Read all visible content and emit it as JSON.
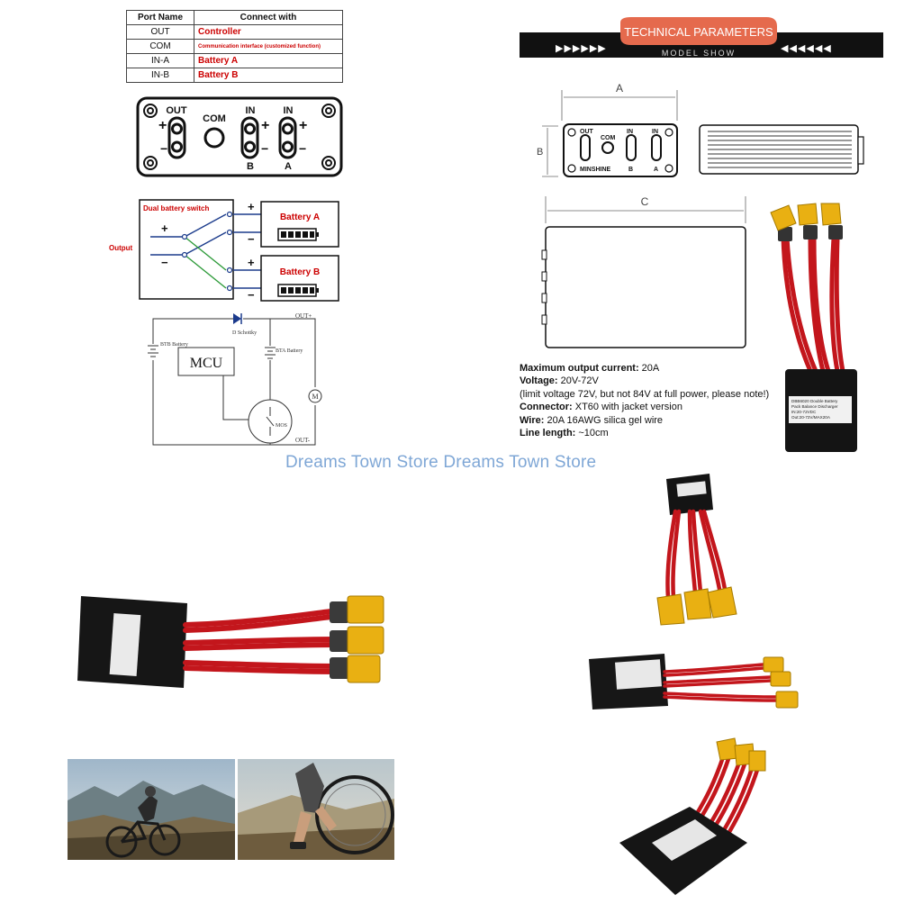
{
  "port_table": {
    "headers": [
      "Port Name",
      "Connect with"
    ],
    "rows": [
      {
        "port": "OUT",
        "connect": "Controller"
      },
      {
        "port": "COM",
        "connect": "Communication interface (customized function)"
      },
      {
        "port": "IN-A",
        "connect": "Battery A"
      },
      {
        "port": "IN-B",
        "connect": "Battery B"
      }
    ]
  },
  "panel": {
    "labels": [
      "OUT",
      "COM",
      "IN",
      "IN",
      "B",
      "A"
    ],
    "plus": "+",
    "minus": "−"
  },
  "switch_diagram": {
    "title": "Dual battery switch",
    "output_label": "Output",
    "battery_a": "Battery A",
    "battery_b": "Battery B",
    "plus": "+",
    "minus": "−"
  },
  "circuit": {
    "diode": "D Schottky",
    "btb": "BTB Battery",
    "bta": "BTA Battery",
    "mcu": "MCU",
    "mos": "MOS",
    "motor": "M",
    "out_plus": "OUT+",
    "out_minus": "OUT-"
  },
  "banner": {
    "title": "TECHNICAL PARAMETERS",
    "subtitle": "MODEL SHOW",
    "arrows_right": "▶▶▶▶▶▶",
    "arrows_left": "◀◀◀◀◀◀"
  },
  "drawing": {
    "dim_a": "A",
    "dim_b": "B",
    "dim_c": "C",
    "brand": "MINSHINE",
    "labels": [
      "OUT",
      "COM",
      "IN",
      "IN",
      "B",
      "A"
    ]
  },
  "specs": [
    {
      "key": "Maximum output current:",
      "value": " 20A"
    },
    {
      "key": "Voltage:",
      "value": " 20V-72V"
    },
    {
      "key": "",
      "value": "(limit voltage 72V, but not 84V at full power, please note!)"
    },
    {
      "key": "Connector:",
      "value": " XT60 with jacket version"
    },
    {
      "key": "Wire:",
      "value": " 20A 16AWG silica gel wire"
    },
    {
      "key": "Line length:",
      "value": " ~10cm"
    }
  ],
  "product_label": {
    "line1": "DBB6020 Double Battery",
    "line2": "Pack Balance Discharger",
    "line3": "IN:20-72VDC",
    "line4": "Out:20-72V/MAX20A"
  },
  "watermark": "Dreams Town Store Dreams Town Store",
  "colors": {
    "accent_red": "#c00000",
    "banner_black": "#111111",
    "banner_orange": "#e56a4d",
    "connector_yellow": "#e9b012",
    "wire_red": "#c3161c",
    "watermark_blue": "#7fa7d6"
  }
}
